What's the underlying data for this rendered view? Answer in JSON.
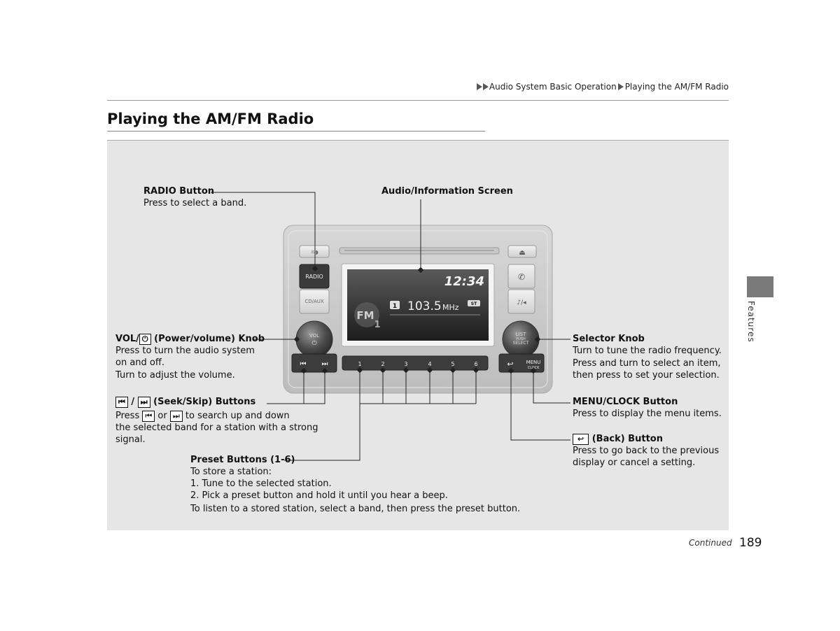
{
  "breadcrumb": {
    "part1": "Audio System Basic Operation",
    "part2": "Playing the AM/FM Radio"
  },
  "title": "Playing the AM/FM Radio",
  "side_tab": "Features",
  "labels": {
    "radio_button": {
      "title": "RADIO Button",
      "desc": "Press to select a band."
    },
    "screen": {
      "title": "Audio/Information Screen"
    },
    "vol_knob": {
      "title_pre": "VOL/",
      "title_post": " (Power/volume) Knob",
      "desc1": "Press to turn the audio system",
      "desc2": "on and off.",
      "desc3": "Turn to adjust the volume."
    },
    "seek": {
      "sep": " / ",
      "title_post": " (Seek/Skip) Buttons",
      "press": "Press ",
      "or": " or ",
      "desc_rest": " to search up and down",
      "desc2": "the selected band for a station with a strong",
      "desc3": "signal."
    },
    "preset": {
      "title": "Preset Buttons (1-6)",
      "line1": "To store a station:",
      "line2": "1.  Tune to the selected station.",
      "line3": "2.  Pick a preset button and hold it until you hear a beep.",
      "line4": "To listen to a stored station, select a band, then press the preset button."
    },
    "selector": {
      "title": "Selector Knob",
      "desc1": "Turn to tune the radio frequency.",
      "desc2": "Press and turn to select an item,",
      "desc3": "then press to set your selection."
    },
    "menu_clock": {
      "title": "MENU/CLOCK Button",
      "desc": "Press to display the menu items."
    },
    "back": {
      "title": " (Back) Button",
      "desc1": "Press to go back to the previous",
      "desc2": "display or cancel a setting."
    }
  },
  "device": {
    "screen_time": "12:34",
    "preset_number": "1",
    "frequency": "103.5",
    "freq_unit": "MHz",
    "stereo_badge": "ST",
    "band_logo": "FM",
    "band_sub": "1",
    "radio_btn": "RADIO",
    "cdaux_btn": "CD/AUX",
    "vol_line1": "VOL",
    "list_line1": "LIST",
    "list_line2": "PUSH",
    "list_line3": "SELECT",
    "menu_line1": "MENU",
    "menu_line2": "CLOCK",
    "presets": [
      "1",
      "2",
      "3",
      "4",
      "5",
      "6"
    ]
  },
  "footer": {
    "continued": "Continued",
    "page_number": "189"
  }
}
